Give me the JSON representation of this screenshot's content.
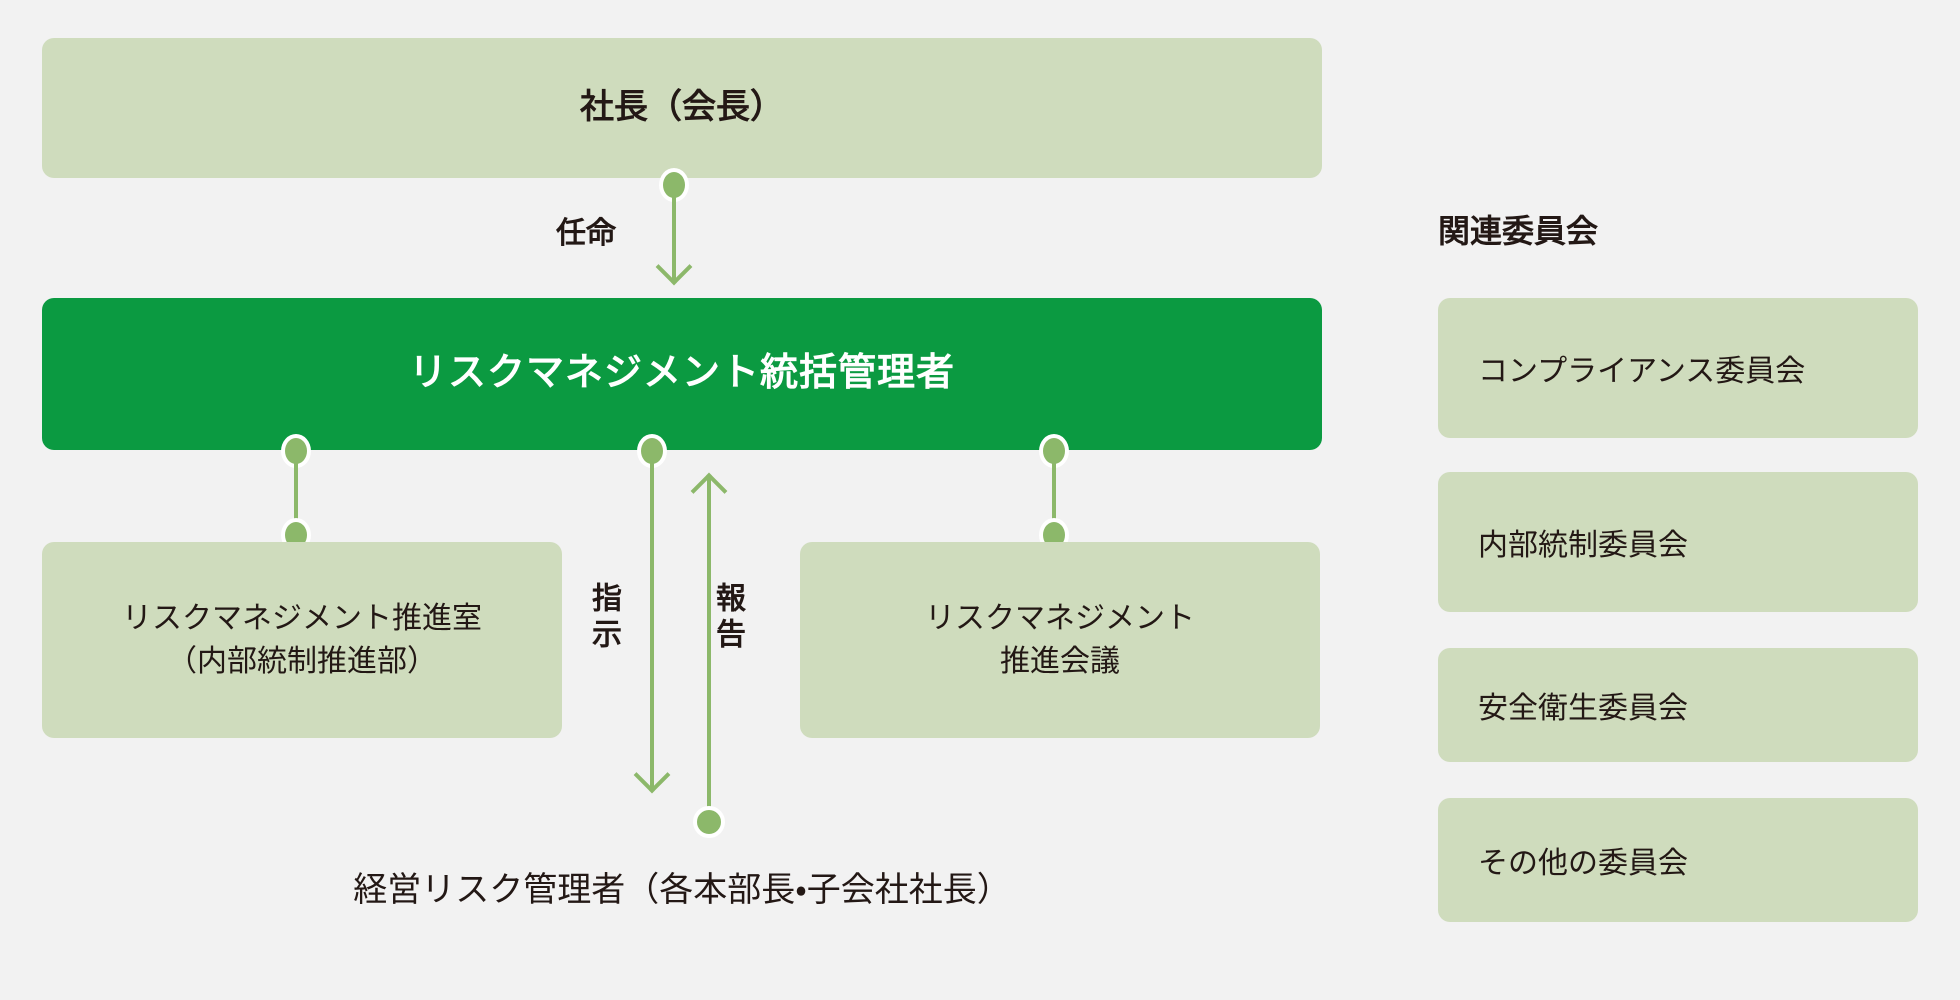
{
  "diagram": {
    "title_hidden": "",
    "colors": {
      "background": "#f2f2f2",
      "box_light": "#cfdcbd",
      "box_green": "#0b9a41",
      "connector": "#8cb86a",
      "text": "#231815",
      "text_on_green": "#ffffff"
    }
  },
  "nodes": {
    "president": "社長（会長）",
    "rm_chief": "リスクマネジメント統括管理者",
    "rm_office_line1": "リスクマネジメント推進室",
    "rm_office_line2": "（内部統制推進部）",
    "rm_meeting_line1": "リスクマネジメント",
    "rm_meeting_line2": "推進会議",
    "exec_risk_manager": "経営リスク管理者（各本部長・子会社社長）"
  },
  "edges": {
    "appoint": "任命",
    "instruct": "指示",
    "report": "報告"
  },
  "committees": {
    "heading": "関連委員会",
    "items": [
      {
        "label": "コンプライアンス委員会"
      },
      {
        "label": "内部統制委員会"
      },
      {
        "label": "安全衛生委員会"
      },
      {
        "label": "その他の委員会"
      }
    ]
  }
}
